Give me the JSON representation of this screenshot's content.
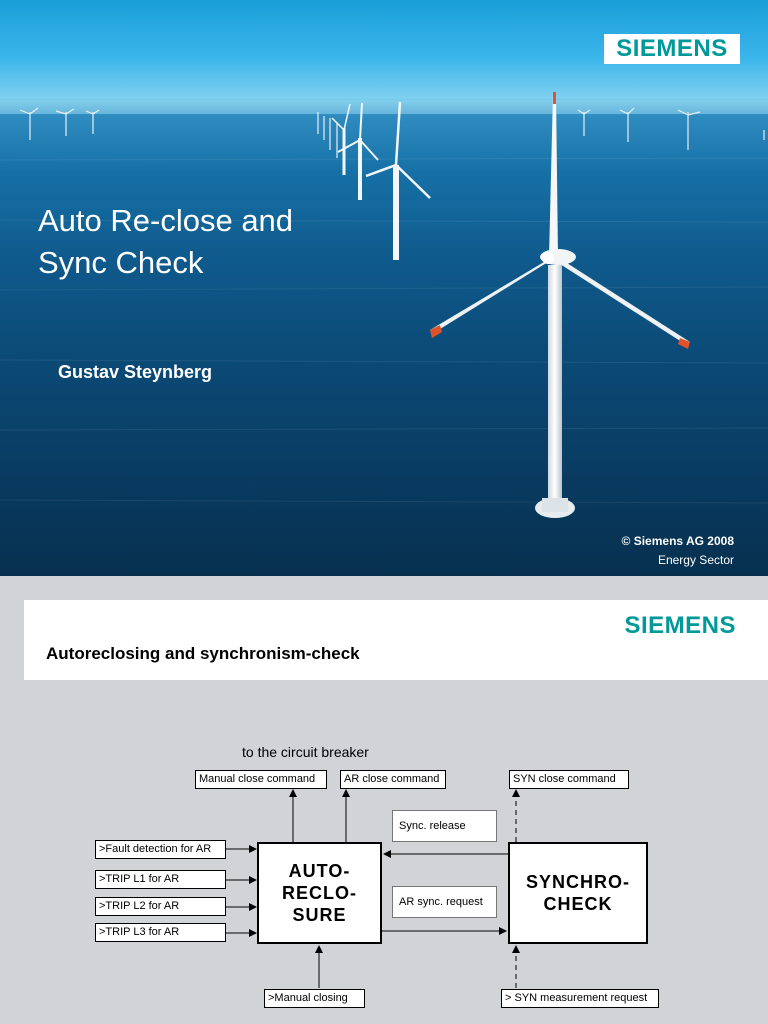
{
  "slide1": {
    "logo": "SIEMENS",
    "title_line1": "Auto Re-close and",
    "title_line2": "Sync Check",
    "author": "Gustav Steynberg",
    "copyright": "© Siemens AG 2008",
    "sector": "Energy Sector"
  },
  "slide2": {
    "logo": "SIEMENS",
    "subtitle": "Autoreclosing and synchronism-check",
    "diagram": {
      "top_label": "to the circuit breaker",
      "manual_close_command": "Manual close command",
      "ar_close_command": "AR close command",
      "syn_close_command": "SYN close command",
      "sync_release": "Sync. release",
      "ar_sync_request": "AR sync. request",
      "inputs": [
        ">Fault detection for AR",
        ">TRIP L1 for AR",
        ">TRIP L2 for AR",
        ">TRIP L3 for AR"
      ],
      "autoreclosure": "AUTO-\nRECLO-\nSURE",
      "synchrocheck": "SYNCHRO-\nCHECK",
      "manual_closing": ">Manual closing",
      "syn_measurement_request": "> SYN measurement request"
    }
  },
  "colors": {
    "siemens_teal": "#009999",
    "sea_dark": "#07304f",
    "sky": "#1a9fd9",
    "slide_background": "#d1d3d7"
  }
}
